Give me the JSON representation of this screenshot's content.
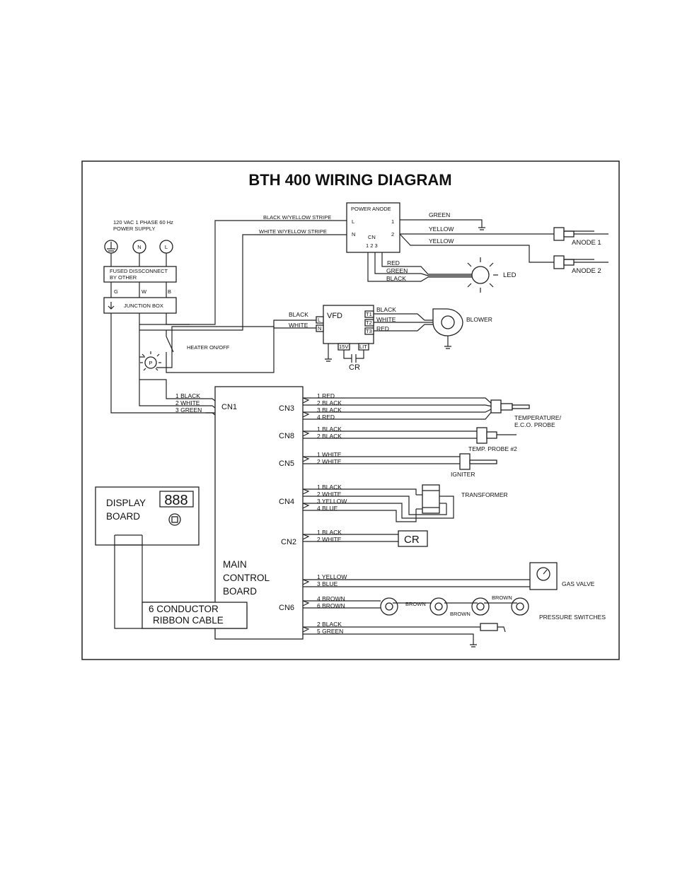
{
  "title": "BTH 400 WIRING DIAGRAM",
  "power_supply": {
    "line1": "120 VAC 1 PHASE  60 Hz",
    "line2": "POWER SUPPLY",
    "terminals": [
      "N",
      "L"
    ]
  },
  "fused_disconnect": {
    "line1": "FUSED DISSCONNECT",
    "line2": "BY OTHER",
    "labels": [
      "G",
      "W",
      "B"
    ]
  },
  "junction_box": "JUNCTION BOX",
  "heater_switch": "HEATER ON/OFF",
  "pressure_indicator": "P",
  "power_anode": {
    "title": "POWER ANODE",
    "pins": [
      "L",
      "N",
      "1",
      "2"
    ],
    "cn_label": "CN",
    "cn_pins": "1  2  3",
    "wire_in_black": "BLACK W/YELLOW STRIPE",
    "wire_in_white": "WHITE W/YELLOW STRIPE",
    "wire_green": "GREEN",
    "wire_yellow_1": "YELLOW",
    "wire_yellow_2": "YELLOW",
    "led_wires": [
      "RED",
      "GREEN",
      "BLACK"
    ]
  },
  "led": "LED",
  "anodes": [
    "ANODE 1",
    "ANODE 2"
  ],
  "vfd": {
    "title": "VFD",
    "pins_left": [
      "L",
      "N"
    ],
    "pins_right": [
      "T1",
      "T2",
      "T3"
    ],
    "pins_bottom": [
      "15V",
      "LIT"
    ],
    "wire_black": "BLACK",
    "wire_white": "WHITE",
    "out_wires": [
      "BLACK",
      "WHITE",
      "RED"
    ],
    "cr": "CR"
  },
  "blower": "BLOWER",
  "main_board": {
    "line1": "MAIN",
    "line2": "CONTROL",
    "line3": "BOARD"
  },
  "connectors": {
    "cn1": {
      "label": "CN1",
      "wires": [
        "1 BLACK",
        "2 WHITE",
        "3 GREEN"
      ]
    },
    "cn3": {
      "label": "CN3",
      "wires": [
        "1 RED",
        "2 BLACK",
        "3 BLACK",
        "4 RED"
      ]
    },
    "cn8": {
      "label": "CN8",
      "wires": [
        "1 BLACK",
        "2 BLACK"
      ]
    },
    "cn5": {
      "label": "CN5",
      "wires": [
        "1 WHITE",
        "2 WHITE"
      ]
    },
    "cn4": {
      "label": "CN4",
      "wires": [
        "1 BLACK",
        "2 WHITE",
        "3 YELLOW",
        "4 BLUE"
      ]
    },
    "cn2": {
      "label": "CN2",
      "wires": [
        "1 BLACK",
        "2 WHITE"
      ]
    },
    "cn6": {
      "label": "CN6",
      "wires": [
        "1 YELLOW",
        "3 BLUE",
        "4 BROWN",
        "6 BROWN",
        "2 BLACK",
        "5 GREEN"
      ]
    }
  },
  "temp_probe": {
    "line1": "TEMPERATURE/",
    "line2": "E.C.O. PROBE"
  },
  "temp_probe_2": "TEMP. PROBE #2",
  "igniter": "IGNITER",
  "transformer": "TRANSFORMER",
  "cr_box": "CR",
  "gas_valve": "GAS VALVE",
  "pressure_switches": {
    "label": "PRESSURE SWITCHES",
    "wires": [
      "BROWN",
      "BROWN",
      "BROWN"
    ]
  },
  "display_board": {
    "line1": "DISPLAY",
    "line2": "BOARD",
    "digits": "888"
  },
  "ribbon_cable": {
    "line1": "6 CONDUCTOR",
    "line2": "RIBBON CABLE"
  }
}
